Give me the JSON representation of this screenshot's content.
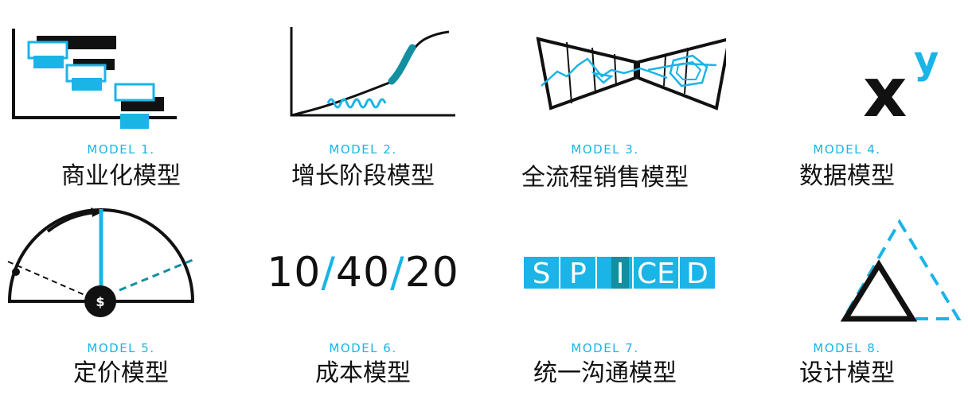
{
  "colors": {
    "accent": "#1ab4e6",
    "accent_dark": "#128fa0",
    "ink": "#111111"
  },
  "models": [
    {
      "number": "MODEL 1.",
      "name": "商业化模型",
      "icon": "gantt-chart-icon"
    },
    {
      "number": "MODEL 2.",
      "name": "增长阶段模型",
      "icon": "growth-curve-icon"
    },
    {
      "number": "MODEL 3.",
      "name": "全流程销售模型",
      "icon": "bowtie-funnel-icon"
    },
    {
      "number": "MODEL 4.",
      "name": "数据模型",
      "icon": "x-power-y-icon"
    },
    {
      "number": "MODEL 5.",
      "name": "定价模型",
      "icon": "pricing-gauge-icon"
    },
    {
      "number": "MODEL 6.",
      "name": "成本模型",
      "icon": "ratio-icon"
    },
    {
      "number": "MODEL 7.",
      "name": "统一沟通模型",
      "icon": "spiced-icon"
    },
    {
      "number": "MODEL 8.",
      "name": "设计模型",
      "icon": "triangles-icon"
    }
  ],
  "x_power_y": {
    "base": "x",
    "exponent": "y"
  },
  "ratio": {
    "a": "10",
    "sep1": "/",
    "b": "40",
    "sep2": "/",
    "c": "20"
  },
  "spiced": [
    "S",
    "P",
    "I",
    "CE",
    "D"
  ],
  "gauge_symbol": "$"
}
